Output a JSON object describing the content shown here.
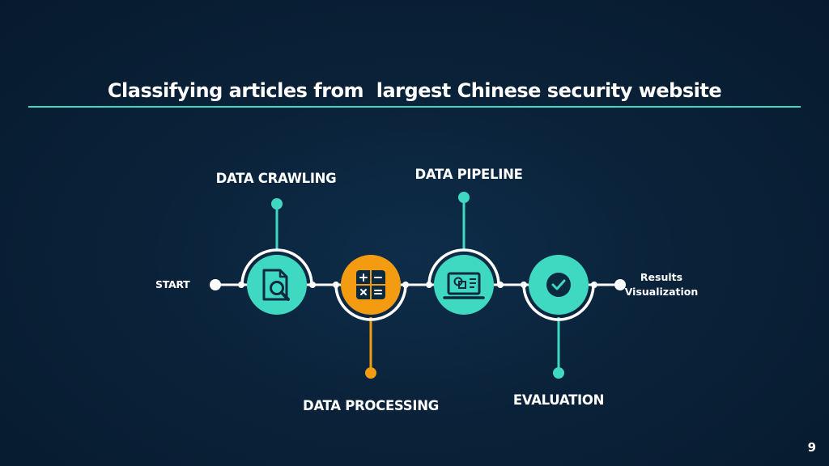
{
  "slide": {
    "title": "Classifying articles from  largest Chinese security website",
    "page_number": "9"
  },
  "flow": {
    "start_label": "START",
    "end_label_line1": "Results",
    "end_label_line2": "Visualization",
    "stages": [
      {
        "label": "DATA CRAWLING",
        "icon": "document-search-icon",
        "color": "#3fd9c2"
      },
      {
        "label": "DATA PROCESSING",
        "icon": "calculator-icon",
        "color": "#f39c12"
      },
      {
        "label": "DATA PIPELINE",
        "icon": "monitor-pipeline-icon",
        "color": "#3fd9c2"
      },
      {
        "label": "EVALUATION",
        "icon": "checkmark-icon",
        "color": "#3fd9c2"
      }
    ]
  },
  "colors": {
    "accent": "#3fd9c2",
    "highlight": "#f39c12",
    "background": "#0a2239",
    "icon_dark": "#0b2a3f"
  }
}
